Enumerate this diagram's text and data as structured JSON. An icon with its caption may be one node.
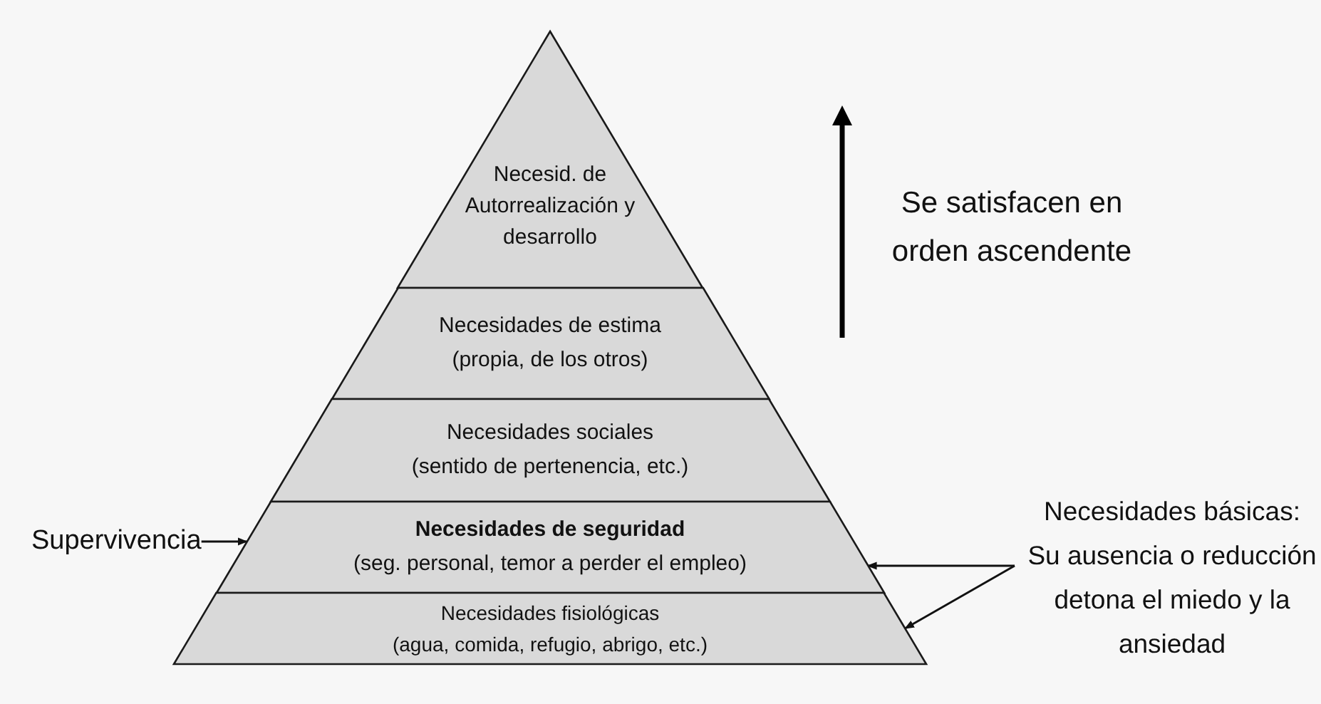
{
  "diagram": {
    "nodes": [
      {
        "text": [
          "Necesid. de Autorrealización y desarrollo"
        ]
      },
      {
        "text": [
          "Necesidades de estima",
          "(propia, de los otros)"
        ]
      },
      {
        "text": [
          "Necesidades sociales",
          "(sentido de pertenencia, etc.)"
        ]
      },
      {
        "text": [
          "Necesidades de seguridad",
          "(seg. personal, temor a perder el empleo)"
        ]
      },
      {
        "text": [
          "Necesidades fisiológicas",
          "(agua, comida, refugio, abrigo, etc.)"
        ]
      },
      {
        "text": [
          "Supervivencia"
        ]
      },
      {
        "text": [
          "Necesidades básicas:",
          "Su ausencia o reducción detona el miedo y la ansiedad"
        ]
      }
    ],
    "edges": [
      {
        "from": 5,
        "to": 3,
        "arrow": "to"
      },
      {
        "from": 6,
        "to": 3,
        "arrow": "to"
      },
      {
        "from": 6,
        "to": 4,
        "arrow": "to"
      }
    ],
    "labels": [
      "Se satisfacen en orden ascendente"
    ]
  }
}
